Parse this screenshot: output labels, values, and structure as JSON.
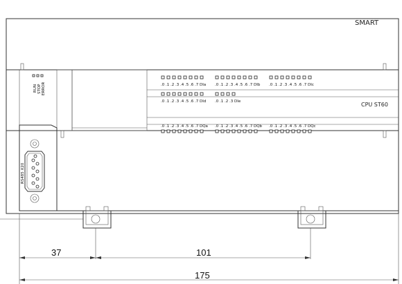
{
  "diagram": {
    "brand": "SMART",
    "model": "CPU ST60",
    "status_labels": [
      "RUN",
      "STOP",
      "ERROR"
    ],
    "port_label": "RS485 X20",
    "io_rows": {
      "inputs": [
        {
          "label": ".0 .1 .2 .3 .4 .5 .6 .7 DIa"
        },
        {
          "label": ".0 .1 .2 .3 .4 .5 .6 .7 DIb"
        },
        {
          "label": ".0 .1 .2 .3 .4 .5 .6 .7 DIc"
        },
        {
          "label": ".0 .1 .2 .3 .4 .5 .6 .7 DId"
        },
        {
          "label": ".0 .1 .2 .3 DIe"
        }
      ],
      "outputs": [
        {
          "label": ".0 .1 .2 .3 .4 .5 .6 .7 DQa"
        },
        {
          "label": ".0 .1 .2 .3 .4 .5 .6 .7 DQb"
        },
        {
          "label": ".0 .1 .2 .3 .4 .5 .6 .7 DQc"
        }
      ]
    },
    "dimensions": {
      "left": "37",
      "middle": "101",
      "total": "175"
    }
  }
}
